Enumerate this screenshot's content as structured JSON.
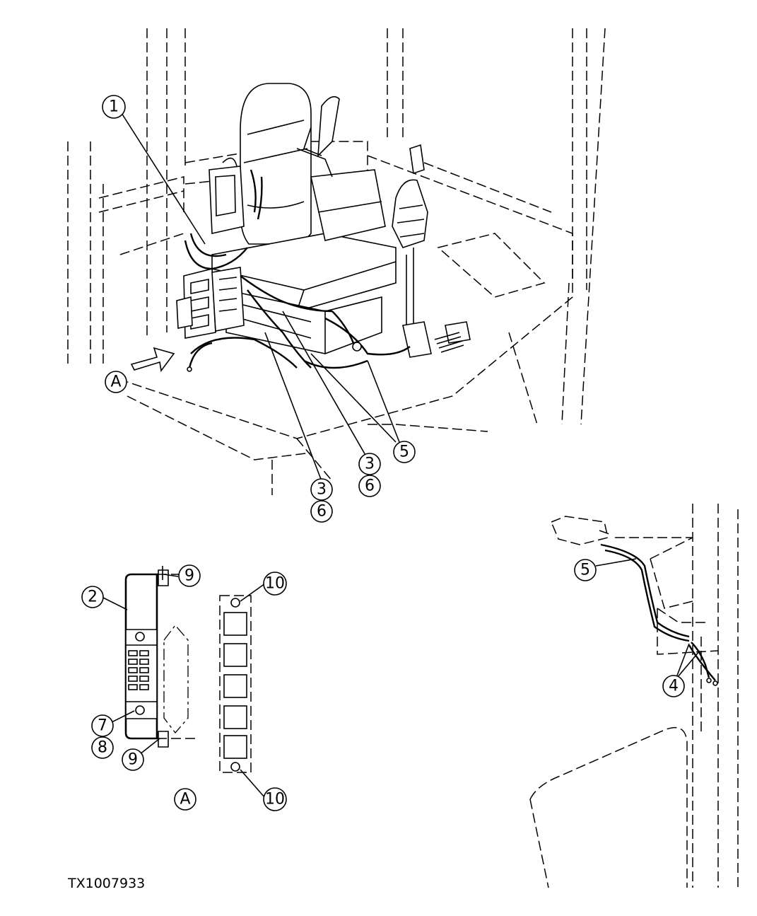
{
  "figure_id": "TX1007933",
  "callouts": {
    "c1": "1",
    "c2": "2",
    "c3a": "3",
    "c3b": "3",
    "c4": "4",
    "c5a": "5",
    "c5b": "5",
    "c6a": "6",
    "c6b": "6",
    "c7": "7",
    "c8": "8",
    "c9a": "9",
    "c9b": "9",
    "c10a": "10",
    "c10b": "10",
    "view_a_marker": "A",
    "view_a_label": "A"
  }
}
